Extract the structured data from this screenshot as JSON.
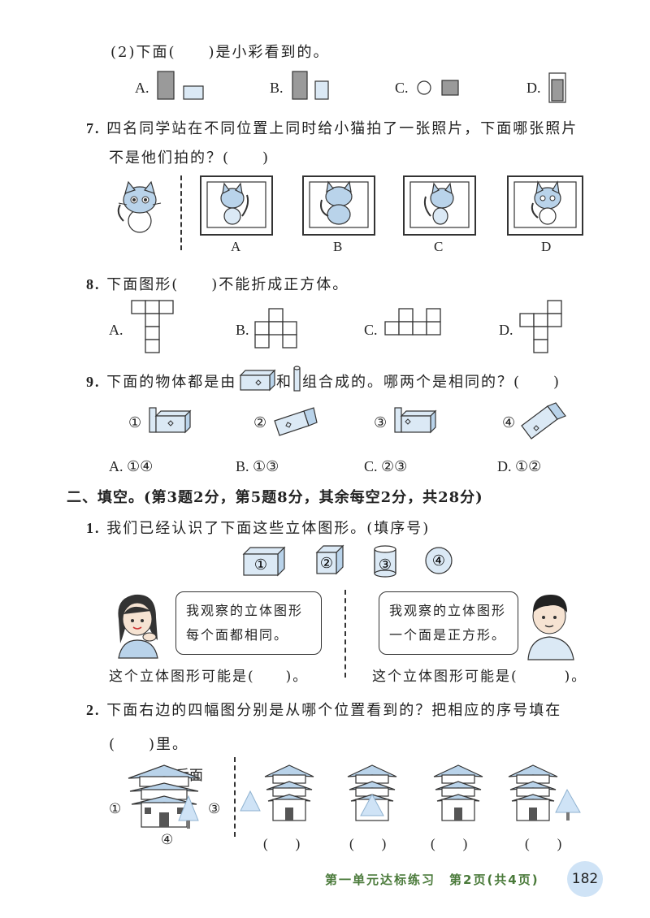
{
  "q6_2": {
    "stem": "(2)下面(　　)是小彩看到的。",
    "options": [
      "A.",
      "B.",
      "C.",
      "D."
    ]
  },
  "q7": {
    "num": "7.",
    "line1": "四名同学站在不同位置上同时给小猫拍了一张照片，下面哪张照片",
    "line2": "不是他们拍的？(　　)",
    "labels": [
      "A",
      "B",
      "C",
      "D"
    ]
  },
  "q8": {
    "num": "8.",
    "stem": "下面图形(　　)不能折成正方体。",
    "options": [
      "A.",
      "B.",
      "C.",
      "D."
    ]
  },
  "q9": {
    "num": "9.",
    "stem_a": "下面的物体都是由",
    "stem_b": "和",
    "stem_c": "组合成的。哪两个是相同的？(　　)",
    "items": [
      "①",
      "②",
      "③",
      "④"
    ],
    "options": [
      "A. ①④",
      "B. ①③",
      "C. ②③",
      "D. ①②"
    ]
  },
  "section2": {
    "title": "二、填空。(第3题2分，第5题8分，其余每空2分，共28分)"
  },
  "f1": {
    "num": "1.",
    "stem": "我们已经认识了下面这些立体图形。(填序号)",
    "shapes": [
      "①",
      "②",
      "③",
      "④"
    ],
    "girl_bubble": [
      "我观察的立体图形",
      "每个面都相同。"
    ],
    "boy_bubble": [
      "我观察的立体图形",
      "一个面是正方形。"
    ],
    "answer_left": "这个立体图形可能是(　　)。",
    "answer_right": "这个立体图形可能是(　　　)。"
  },
  "f2": {
    "num": "2.",
    "line1": "下面右边的四幅图分别是从哪个位置看到的？把相应的序号填在",
    "line2": "(　　)里。",
    "label_back": "后面",
    "positions": [
      "①",
      "②",
      "③",
      "④"
    ],
    "blanks": [
      "(　　)",
      "(　　)",
      "(　　)",
      "(　　)"
    ]
  },
  "footer": {
    "text": "第一单元达标练习　第2页(共4页)",
    "page": "182"
  },
  "colors": {
    "accent_blue": "#b9d3ea",
    "footer_green": "#4a7a3a",
    "badge_blue": "#cfe3f6"
  }
}
